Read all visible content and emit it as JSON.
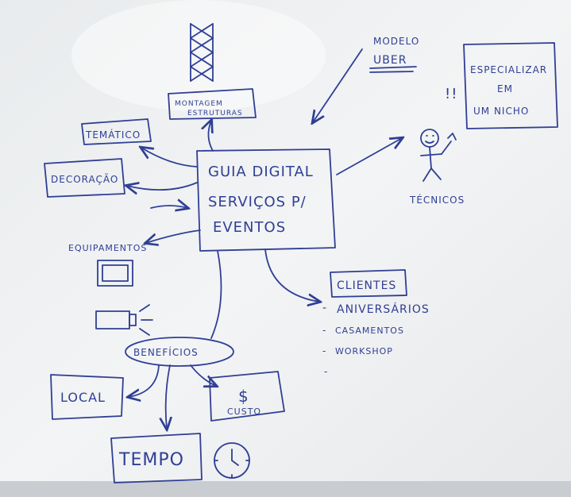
{
  "board": {
    "central": {
      "line1": "GUIA DIGITAL",
      "line2": "SERVIÇOS P/",
      "line3": "EVENTOS"
    },
    "modelo": {
      "line1": "MODELO",
      "line2": "UBER"
    },
    "especializar": {
      "line1": "ESPECIALIZAR",
      "line2": "EM",
      "line3": "UM NICHO"
    },
    "exclamation": "!!",
    "montagem": {
      "line1": "MONTAGEM",
      "line2": "ESTRUTURAS"
    },
    "tematico": "TEMÁTICO",
    "decoracao": "DECORAÇÃO",
    "equipamentos": "EQUIPAMENTOS",
    "tecnicos": "TÉCNICOS",
    "clientes": {
      "title": "CLIENTES",
      "items": [
        "ANIVERSÁRIOS",
        "CASAMENTOS",
        "WORKSHOP"
      ],
      "bullet": "-"
    },
    "beneficios": "BENEFÍCIOS",
    "local": "LOCAL",
    "custo": {
      "symbol": "$",
      "label": "CUSTO"
    },
    "tempo": "TEMPO"
  },
  "colors": {
    "marker": "#2f3f95",
    "board": "#eef0f1"
  }
}
